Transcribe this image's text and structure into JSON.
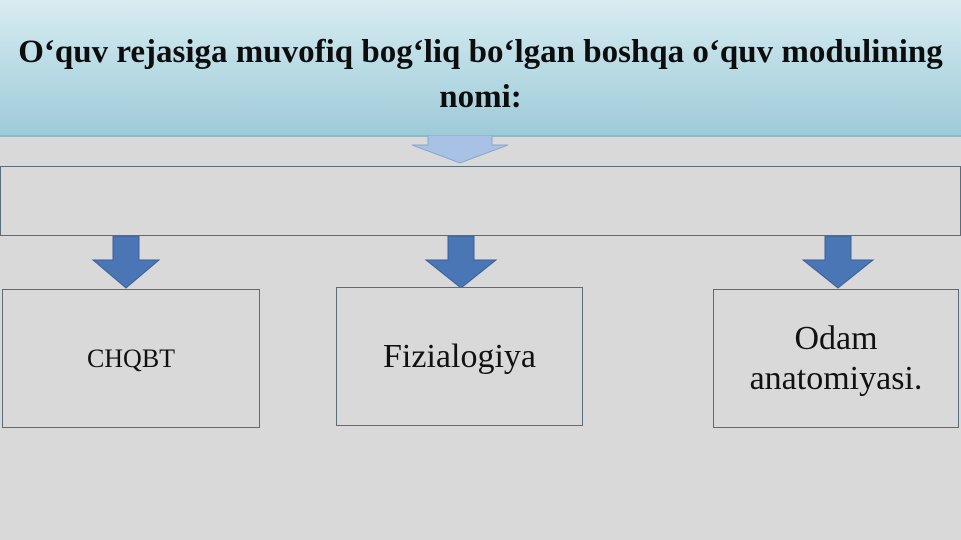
{
  "title": "O‘quv rejasiga muvofiq bog‘liq bo‘lgan boshqa o‘quv modulining nomi:",
  "connector_label": "",
  "modules": [
    {
      "label": "CHQBT"
    },
    {
      "label": "Fizialogiya"
    },
    {
      "label": "Odam anatomiyasi."
    }
  ],
  "colors": {
    "background": "#d9d9d9",
    "title_band": "#b3d7e1",
    "arrow": "#4a76b5",
    "top_arrow": "#a8c2e6",
    "border": "#5a6b7a"
  }
}
